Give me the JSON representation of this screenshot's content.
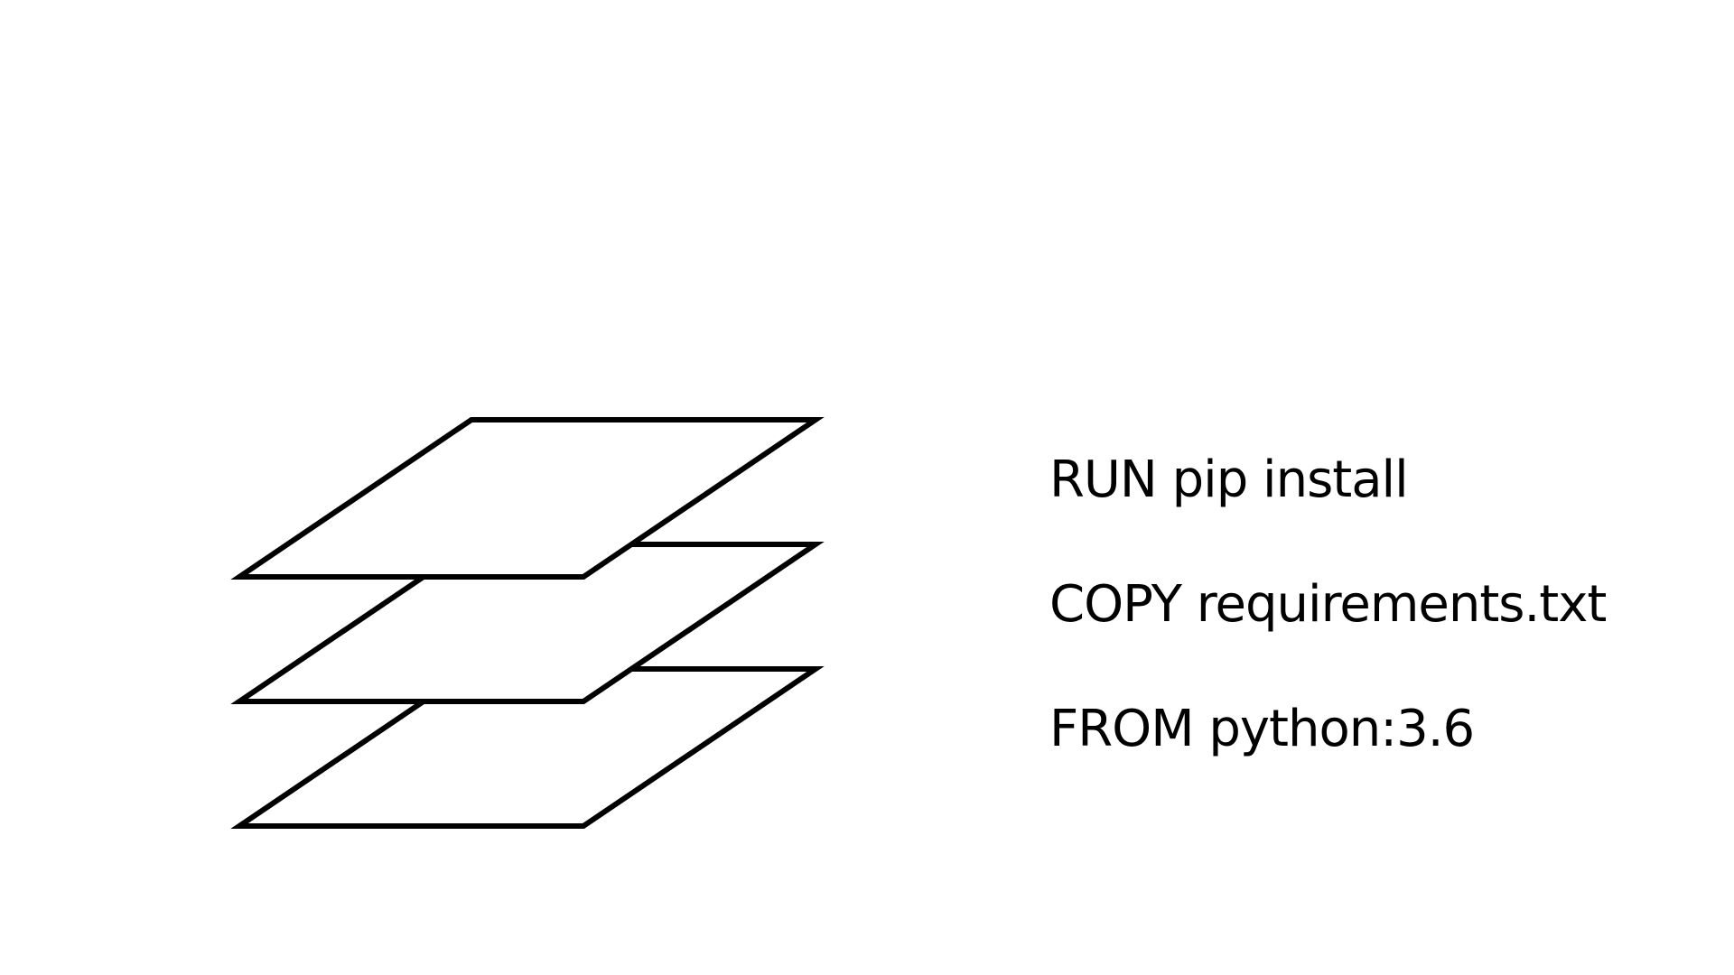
{
  "layers": [
    {
      "label": "RUN pip install"
    },
    {
      "label": "COPY requirements.txt"
    },
    {
      "label": "FROM python:3.6"
    }
  ]
}
